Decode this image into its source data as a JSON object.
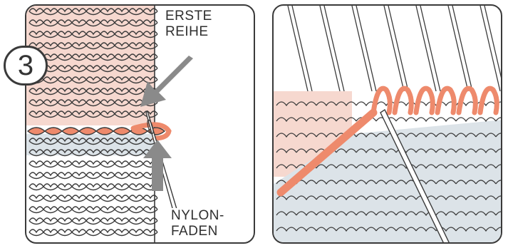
{
  "step": {
    "number": "3"
  },
  "labels": {
    "erste_reihe": [
      "ERSTE",
      "REIHE"
    ],
    "nylon_faden": [
      "NYLON-",
      "FADEN"
    ]
  },
  "colors": {
    "outline": "#3a3a3a",
    "first_row_fill": "#f6d8cf",
    "nylon_thread": "#ee8a6c",
    "knit_fill": "#ffffff",
    "blue_gray_fill": "#dce3e8",
    "arrow": "#8a8a8a"
  },
  "icons": {
    "arrow_top": "arrow-down-left-icon",
    "arrow_bottom": "arrow-up-icon",
    "needle": "needle-icon"
  }
}
